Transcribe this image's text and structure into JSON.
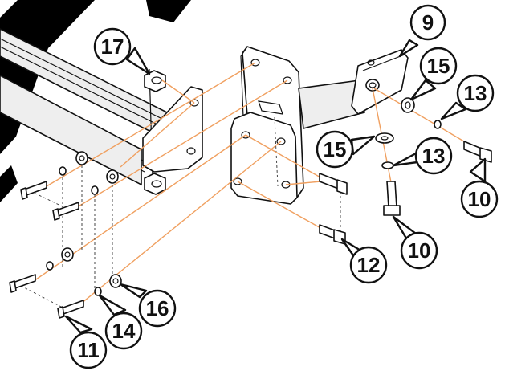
{
  "diagram": {
    "callouts": [
      "9",
      "10",
      "10",
      "11",
      "12",
      "13",
      "13",
      "14",
      "15",
      "15",
      "16",
      "17"
    ]
  },
  "colors": {
    "leader_line": "#f0a060",
    "watermark": "#000000",
    "outline": "#111111"
  }
}
